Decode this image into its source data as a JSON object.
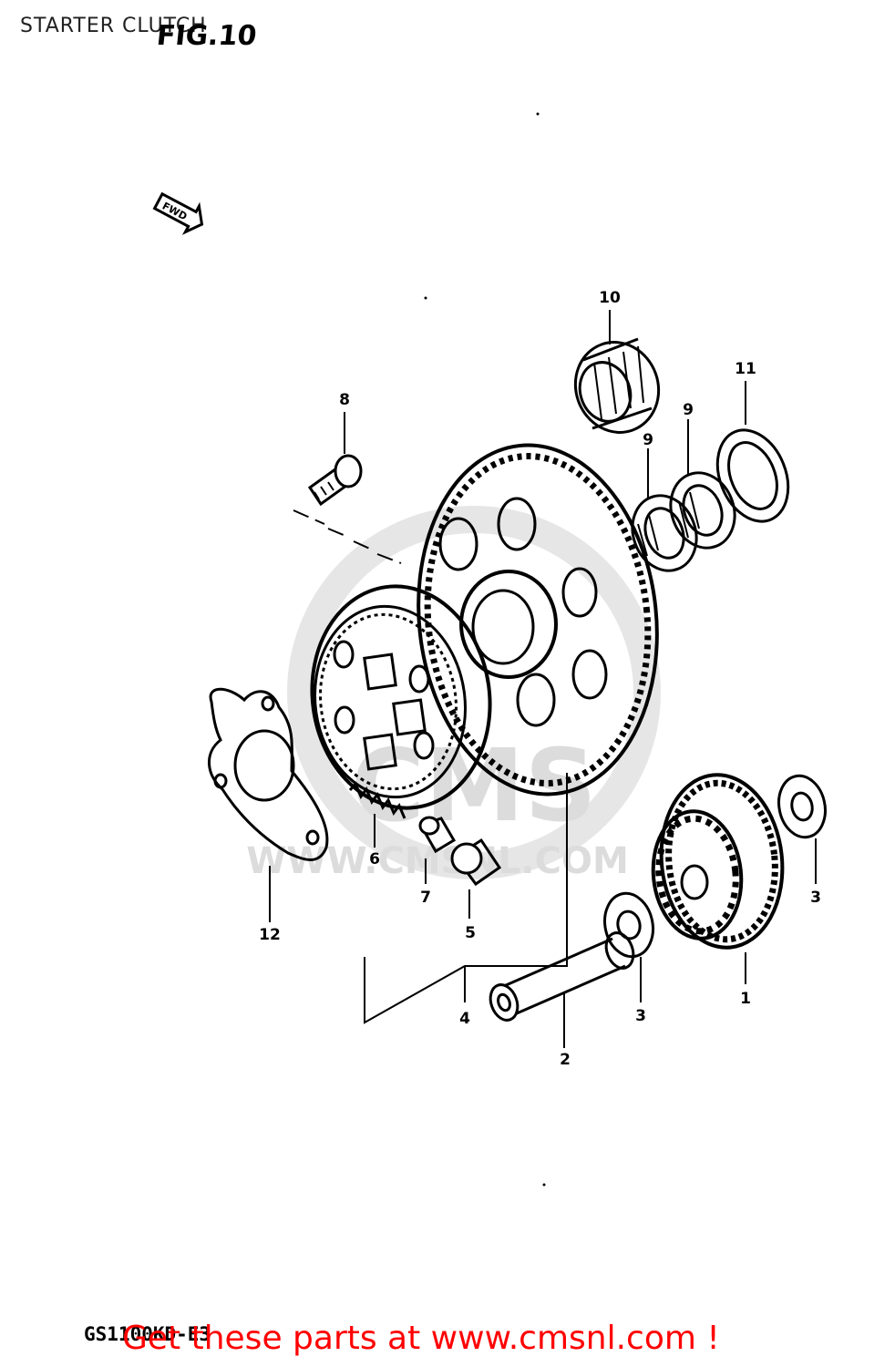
{
  "header": {
    "title": "STARTER CLUTCH",
    "figure": "FIG.10"
  },
  "direction_marker": "FWD",
  "callouts": [
    "10",
    "11",
    "9",
    "9",
    "8",
    "6",
    "7",
    "5",
    "12",
    "4",
    "2",
    "3",
    "3",
    "1"
  ],
  "watermark": {
    "logo": "CMS",
    "url": "WWW.CMSNL.COM"
  },
  "footer": {
    "model_code": "GS1100KD-E3",
    "promo_text": "Get these parts at www.cmsnl.com !",
    "promo_color": "#ff0000"
  }
}
